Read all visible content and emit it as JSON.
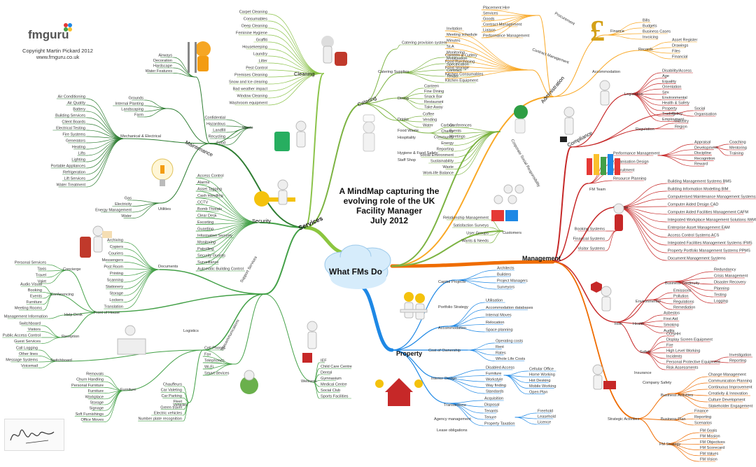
{
  "header": {
    "logo_text": "fmguru",
    "copyright": "Copyright Martin Pickard 2012",
    "website": "www.fmguru.co.uk"
  },
  "title_lines": [
    "A MindMap capturing the",
    "evolving role of the UK",
    "Facility Manager",
    "July 2012"
  ],
  "center": "What FMs Do",
  "colors": {
    "services": "#8cc63f",
    "maintenance": "#2e7d32",
    "cleaning": "#8bc34a",
    "catering": "#7cb342",
    "support": "#43a047",
    "management": "#ef6c00",
    "admin": "#f9a825",
    "compliance": "#c62828",
    "property": "#1e88e5",
    "center_cloud": "#d6ecfb"
  },
  "branches": {
    "services": "Services",
    "management": "Management",
    "property": "Property",
    "maintenance": "Maintenance",
    "cleaning": "Cleaning",
    "catering": "Catering",
    "security": "Security",
    "support": "Support Services",
    "csr": "Corporate Social Responsibility",
    "customers": "Customers",
    "compliance": "Compliance",
    "systems": "Systems",
    "risk": "Risk",
    "strategic": "Strategic Activities",
    "administration": "Administration",
    "procurement": "Procurement",
    "fm_team": "FM Team"
  },
  "icons": [
    "worker-ladder-icon",
    "vacuum-icon",
    "chef-icon",
    "money-icon",
    "person-figure-icon",
    "apple-icon",
    "recycle-bin-icon",
    "lightbulb-icon",
    "puzzle-icon",
    "key-icon",
    "teamwork-icon",
    "people-group-icon",
    "mailbox-icon",
    "stop-sign-icon",
    "reception-desk-icon",
    "telephone-icon",
    "first-aid-icon",
    "builders-icon",
    "house-icon",
    "reading-icon",
    "signature-icon"
  ],
  "left": {
    "cleaning_items": [
      "Carpet Cleaning",
      "Consumables",
      "Deep Cleaning",
      "Feminine Hygiene",
      "Graffiti",
      "Housekeeping",
      "Laundry",
      "Litter",
      "Pest Control",
      "Premises Cleaning",
      "Snow and Ice clearing",
      "Bad weather impact",
      "Window Cleaning",
      "Washroom equipment"
    ],
    "grounds_items": [
      "Airways",
      "Decoration",
      "Hardscape",
      "Water Features"
    ],
    "grounds_mid": [
      "Grounds",
      "Internal Planting",
      "Landscaping",
      "Farm"
    ],
    "mech_items": [
      "Air Conditioning",
      "Air Quality",
      "Battery",
      "Building Services",
      "Client Boards",
      "Electrical Testing",
      "Fire Systems",
      "Generators",
      "Heating",
      "Lifts",
      "Lighting",
      "Portable Appliances",
      "Refrigeration",
      "Lift Services",
      "Water Treatment"
    ],
    "mech_label": "Mechanical & Electrical",
    "waste_items": [
      "Confidential",
      "Hazardous",
      "Landfill",
      "Recycling",
      "Food"
    ],
    "waste_label": "Waste",
    "utilities_items": [
      "Gas",
      "Electricity",
      "Energy Management",
      "Water"
    ],
    "utilities_label": "Utilities",
    "security_items": [
      "Access Control",
      "Alarms",
      "Asset Tagging",
      "Cash Handling",
      "CCTV",
      "Bomb Threats",
      "Clear Desk",
      "Escorting",
      "Guarding",
      "Information Security",
      "Monitoring",
      "Patrolling",
      "Security Guards",
      "Surveillance",
      "Automatic Building Control"
    ],
    "documents_items": [
      "Archiving",
      "Copiers",
      "Couriers",
      "Messengers",
      "Post Room",
      "Printing",
      "Scanning",
      "Stationery",
      "Storage",
      "Lockers",
      "Translation"
    ],
    "documents_label": "Documents",
    "concierge_items": [
      "Personal Services",
      "Taxis",
      "Travel",
      "Valet"
    ],
    "concierge_label": "Concierge",
    "conferencing_items": [
      "Audio Visual",
      "Booking",
      "Events",
      "Furniture",
      "Meeting Rooms"
    ],
    "conferencing_label": "Conferencing",
    "frontofhouse_label": "Front of House",
    "helpdesk_items": [
      "Management Information"
    ],
    "helpdesk_label": "Help Desk",
    "reception_items": [
      "Switchboard",
      "Visitors",
      "Public Access Control",
      "Guest Services"
    ],
    "reception_label": "Reception",
    "switchboard_items": [
      "Call Logging",
      "Other lines",
      "Message Systems",
      "Voicemail"
    ],
    "switchboard_label": "Switchboard",
    "furniture_items": [
      "Removals",
      "Churn Handling",
      "Personal Furniture",
      "Furniture",
      "Workplace",
      "Storage",
      "Signage",
      "Soft Furnishings",
      "Office Moves"
    ],
    "furniture_label": "Furniture",
    "logistics_label": "Logistics",
    "vehicles_items": [
      "Chauffeurs",
      "Car Valeting",
      "Car Parking",
      "Fleet",
      "Green travel",
      "Electric vehicles",
      "Number plate recognition"
    ],
    "vehicles_label": "Vehicles",
    "telecoms_items": [
      "Cell Phones",
      "Fax",
      "Telephones",
      "Wi-Fi",
      "Smart devices"
    ],
    "telecoms_label": "Telecommunications",
    "wellness_items": [
      "IEF",
      "Child Care Centre",
      "Dental",
      "Gymnasium",
      "Medical Centre",
      "Social Club",
      "Sports Facilities"
    ],
    "wellness_label": "Wellness"
  },
  "top": {
    "catering_contract": [
      "Catering provision system"
    ],
    "catering_supplies_items": [
      "Canteen & Cutlery",
      "Food Purchasing",
      "Food Storage",
      "Kitchen Consumables",
      "Kitchen Equipment"
    ],
    "catering_supplies_label": "Catering Supplies",
    "dining_items": [
      "Canteen",
      "Fine Dining",
      "Snack Bar",
      "Restaurant",
      "Take Away"
    ],
    "dining_label": "Dining",
    "drinks_items": [
      "Coffee",
      "Vending",
      "Water"
    ],
    "drinks_label": "Drinks",
    "functions_items": [
      "Conferences",
      "Events",
      "Meetings"
    ],
    "food_waste": "Food Waste",
    "hospitality": "Hospitality",
    "hygiene": "Hygiene & Food Safety",
    "staff_shop": "Staff Shop",
    "procurement_items": [
      "Placement Hire",
      "Services",
      "Goods",
      "Contract Management",
      "Liaison",
      "Performance Management"
    ],
    "contract_items": [
      "Invitation",
      "Meeting schedule",
      "Minutes",
      "SLA",
      "Monitoring",
      "Mobilisation",
      "Specification",
      "Contract",
      "Tender"
    ],
    "contract_label": "Contract Management",
    "finance_items": [
      "Bills",
      "Budgets",
      "Business Cases",
      "Invoicing"
    ],
    "finance_label": "Finance",
    "records_items": [
      "Asset Register",
      "Drawings",
      "Files",
      "Financial"
    ],
    "records_label": "Records",
    "accommodation_label": "Accommodation"
  },
  "csr": {
    "items": [
      "Carbon",
      "Charity",
      "Community",
      "Energy",
      "Reporting",
      "Social Environment",
      "Sustainability",
      "Waste",
      "Work-life Balance"
    ]
  },
  "customers": {
    "items": [
      "Relationship Management",
      "Satisfaction Surveys",
      "User Groups",
      "Wants & Needs"
    ]
  },
  "right": {
    "legislation_items": [
      "Disability/Access",
      "Age",
      "Equality",
      "Orientation",
      "Sex",
      "Environmental",
      "Health & Safety",
      "Property",
      "Trading",
      "Employment"
    ],
    "legislation_label": "Legislation",
    "policy_items": [
      "Social",
      "Organisation"
    ],
    "policy_label": "Policy",
    "regulation_items": [
      "Industry",
      "Region"
    ],
    "regulation_label": "Regulation",
    "fmteam_items": [
      "Performance Management",
      "Organisation Design",
      "Recruitment",
      "Resource Planning"
    ],
    "development_items": [
      "Appraisal",
      "Development",
      "Discipline",
      "Recognition",
      "Reward"
    ],
    "development_sub": [
      "Coaching",
      "Mentoring",
      "Training"
    ],
    "systems_items": [
      "Building Management Systems BMS",
      "Building Information Modelling BIM",
      "Computerised Maintenance Management Systems CMMS",
      "Computer Aided Design CAD",
      "Computer Aided Facilities Management CAFM",
      "Integrated Workplace Management Solutions IWMS",
      "Enterprise Asset Management EAM",
      "Access Control Systems ACS",
      "Integrated Facilities Management Systems IFMS",
      "Property Portfolio Management Systems PPMS",
      "Document Management Systems"
    ],
    "systems_left": [
      "Booking Systems",
      "Financial Systems",
      "Visitor Systems"
    ],
    "risk_items": [
      "Business Continuity",
      "Environmental",
      "Health",
      "Safety",
      "Insurance",
      "Company Safety"
    ],
    "bc_items": [
      "Redundancy",
      "Crisis Management",
      "Disaster Recovery",
      "Planning",
      "Testing",
      "Logging"
    ],
    "env_items": [
      "Emissions",
      "Pollution",
      "Regulations",
      "Remediation"
    ],
    "health_items": [
      "Asbestos",
      "First Aid",
      "Smoking",
      "Audits"
    ],
    "safety_items": [
      "COSHH",
      "Display Screen Equipment",
      "Fire",
      "High Level Working",
      "Incidents",
      "Personal Protective Equipment",
      "Risk Assessments"
    ],
    "safety_sub": [
      "Investigation",
      "Reporting"
    ],
    "strategic_items": [
      "Business Activities",
      "Business Plan",
      "FM Strategy"
    ],
    "business_activities_items": [
      "Change Management",
      "Communication Planning",
      "Continuous Improvement",
      "Creativity & Innovation",
      "Culture Development",
      "Stakeholder Engagement"
    ],
    "business_plan_items": [
      "Finance",
      "Reporting",
      "Scenarios"
    ],
    "fm_strategy_items": [
      "FM Goals",
      "FM Mission",
      "FM Objectives",
      "FM Scorecard",
      "FM Values",
      "FM Vision"
    ]
  },
  "property": {
    "capital_items": [
      "Architects",
      "Builders",
      "Project Managers",
      "Surveyors"
    ],
    "capital_label": "Capital Projects",
    "portfolio_label": "Portfolio Strategy",
    "accommodation_items": [
      "Utilisation",
      "Accommodation databases",
      "Internal Moves",
      "Relocation",
      "Space planning"
    ],
    "accommodation_label": "Accommodation",
    "cost_items": [
      "Operating costs",
      "Rent",
      "Rates",
      "Whole Life Costs"
    ],
    "cost_label": "Cost of Ownership",
    "interior_items": [
      "Disabled Access",
      "Furniture",
      "Workstyle",
      "Way finding",
      "Standards"
    ],
    "workstyle_items": [
      "Cellular Office",
      "Home Working",
      "Hot Desking",
      "Mobile Working",
      "Open Plan"
    ],
    "interior_label": "Interior Design",
    "transactions_items": [
      "Acquisition",
      "Disposal",
      "Tenants",
      "Tenure",
      "Property Taxation"
    ],
    "tenure_items": [
      "Freehold",
      "Leasehold",
      "Licence"
    ],
    "transactions_label": "Transactions",
    "agency": "Agency management",
    "lease": "Lease obligations"
  }
}
